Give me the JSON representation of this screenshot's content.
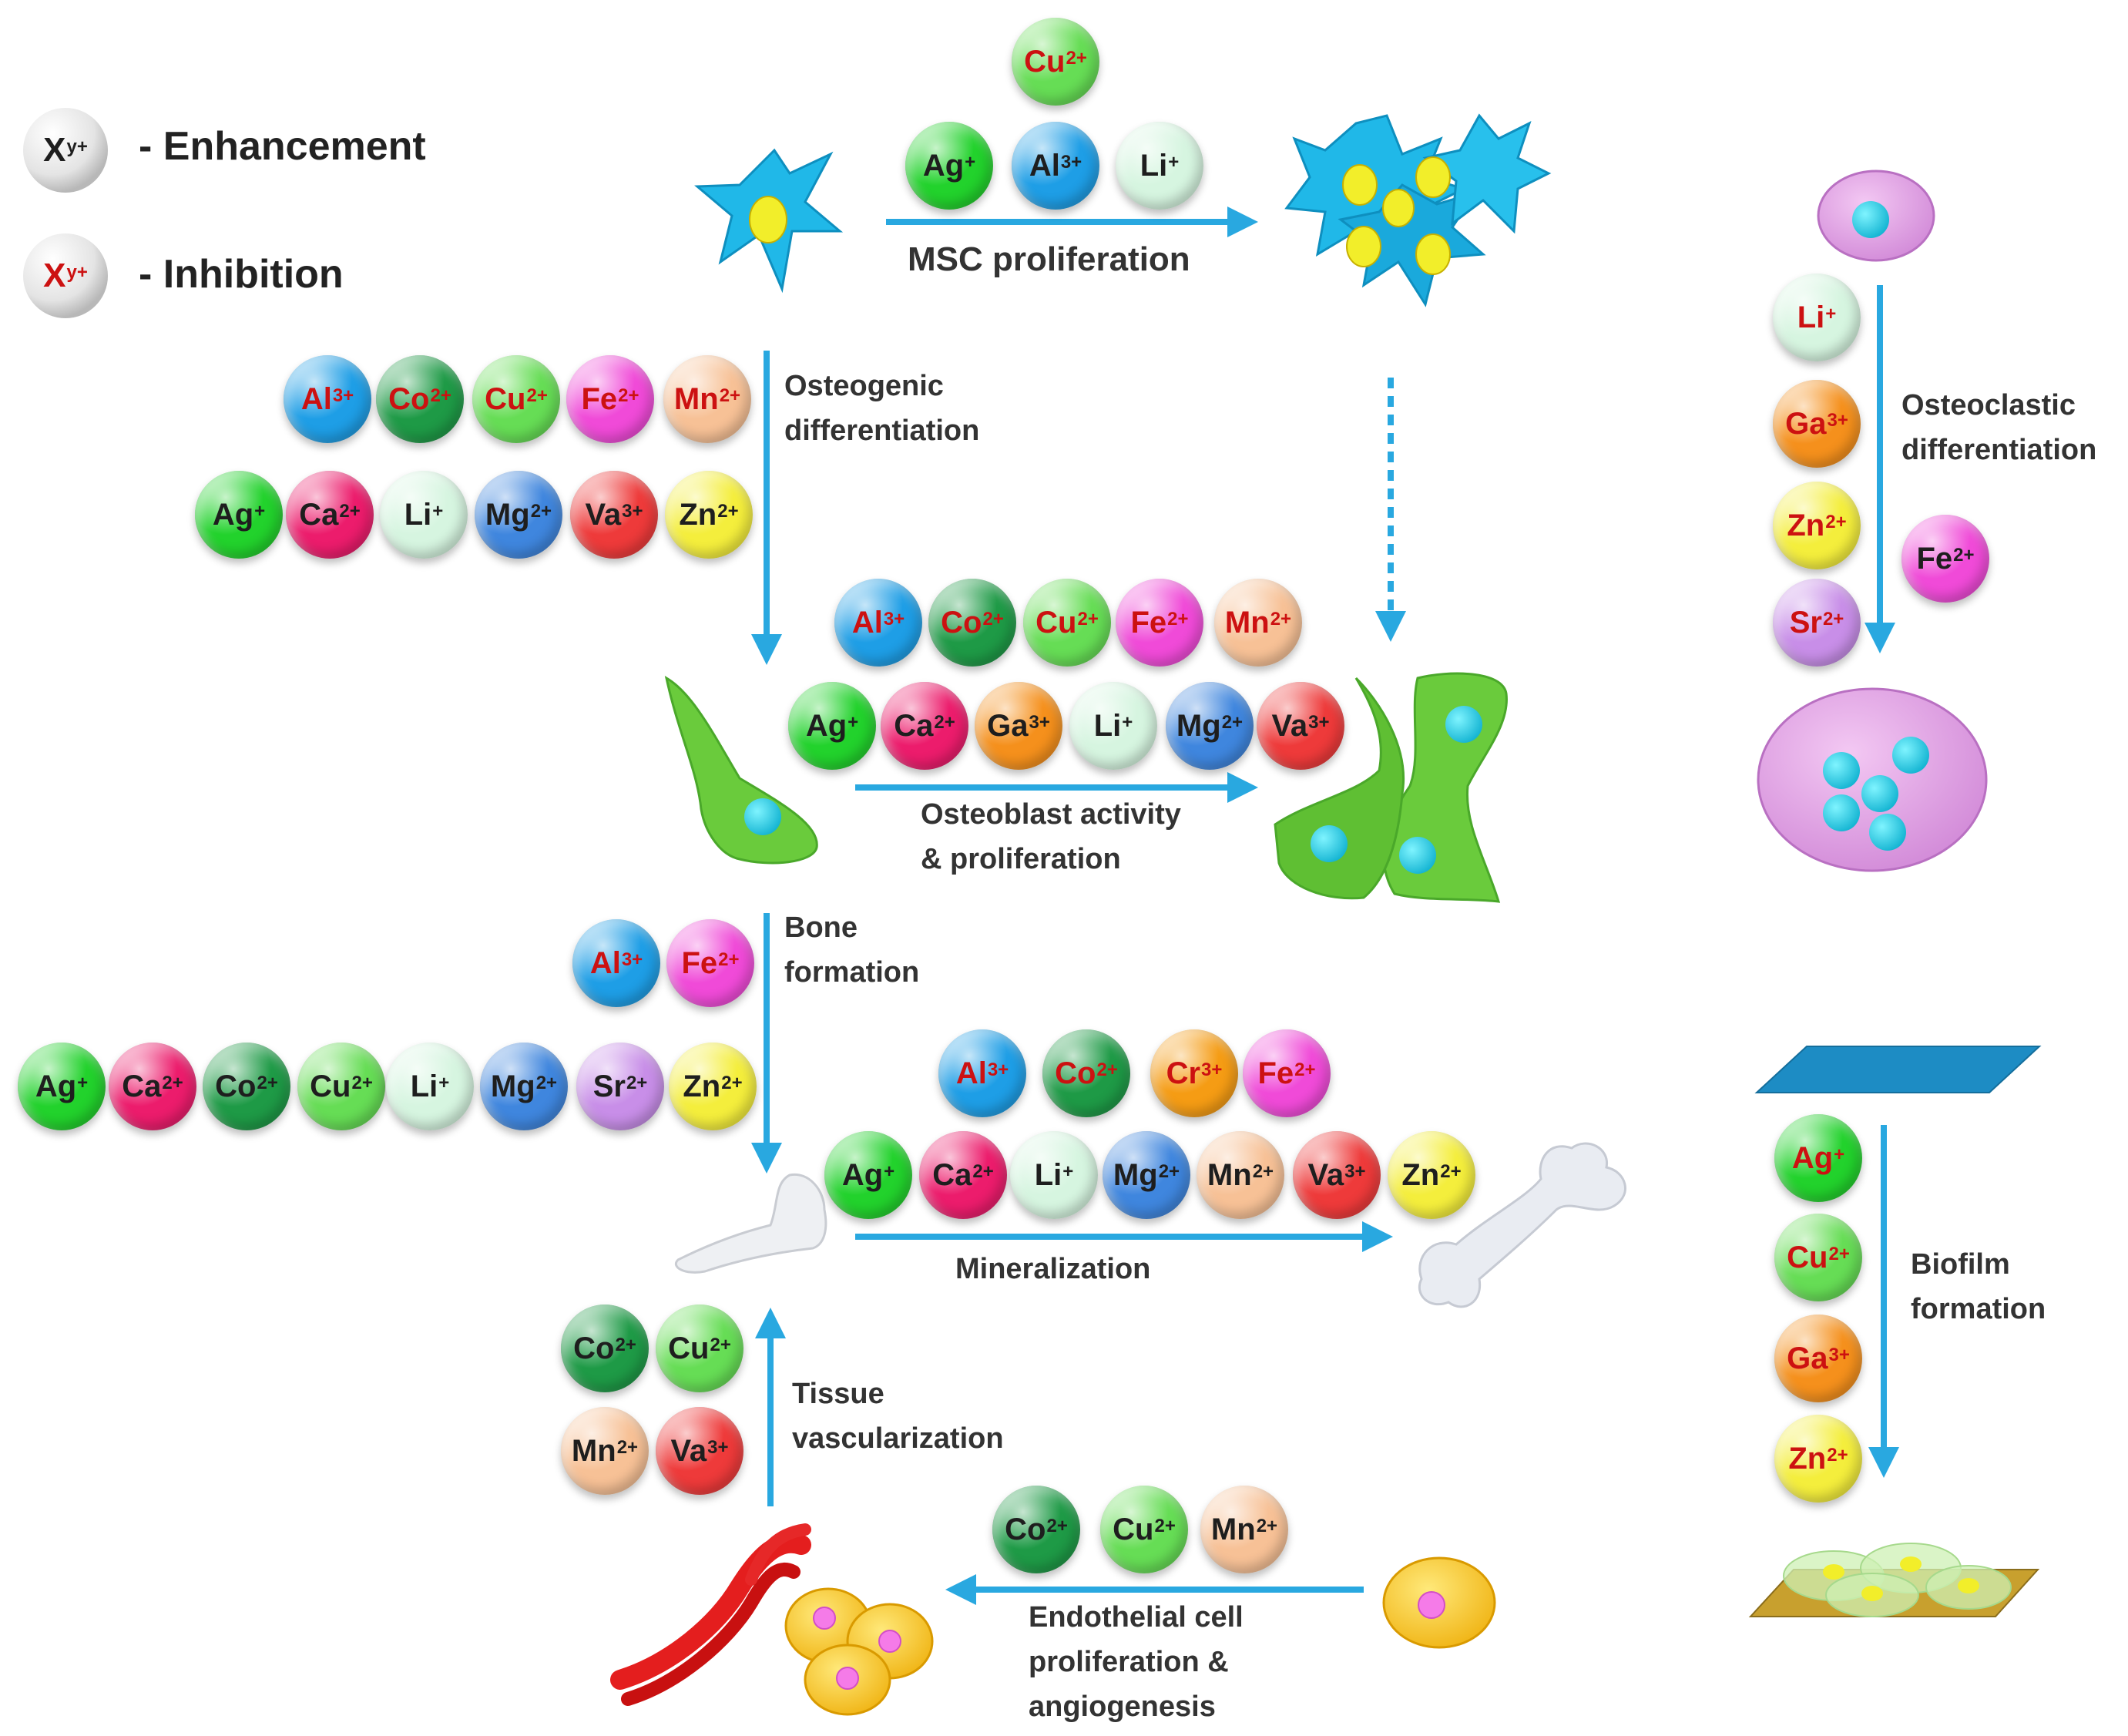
{
  "legend": {
    "enhancement_symbol": "X",
    "enhancement_sup": "y+",
    "enhancement_text": "- Enhancement",
    "inhibition_symbol": "X",
    "inhibition_sup": "y+",
    "inhibition_text": "- Inhibition"
  },
  "colors": {
    "arrow": "#29a8e0",
    "enhancement_text": "#1e1e1e",
    "inhibition_text": "#cc1111",
    "Al": "#1e9ee6",
    "Co": "#1e9a46",
    "Cu": "#66dd55",
    "Fe": "#f04ad8",
    "Mn": "#f7c196",
    "Ag": "#22d22c",
    "Ca": "#ec1c6c",
    "Li": "#d6f5e0",
    "Mg": "#3f86de",
    "Va": "#ee3a3a",
    "Zn": "#f4ee3c",
    "Ga": "#f5901c",
    "Sr": "#c88ee8",
    "Cr": "#f59c14"
  },
  "labels": {
    "msc": "MSC proliferation",
    "osteogenic": [
      "Osteogenic",
      "differentiation"
    ],
    "osteoblast": [
      "Osteoblast activity",
      "& proliferation"
    ],
    "bone": [
      "Bone",
      "formation"
    ],
    "mineralization": "Mineralization",
    "tissue": [
      "Tissue",
      "vascularization"
    ],
    "endothelial": [
      "Endothelial cell",
      "proliferation &",
      "angiogenesis"
    ],
    "osteoclastic": [
      "Osteoclastic",
      "differentiation"
    ],
    "biofilm": [
      "Biofilm",
      "formation"
    ]
  },
  "ion_groups": {
    "msc_proliferation": [
      {
        "el": "Cu",
        "charge": "2+",
        "effect": "inhibition"
      },
      {
        "el": "Ag",
        "charge": "+",
        "effect": "enhancement"
      },
      {
        "el": "Al",
        "charge": "3+",
        "effect": "enhancement"
      },
      {
        "el": "Li",
        "charge": "+",
        "effect": "enhancement"
      }
    ],
    "osteogenic_differentiation": [
      {
        "el": "Al",
        "charge": "3+",
        "effect": "inhibition"
      },
      {
        "el": "Co",
        "charge": "2+",
        "effect": "inhibition"
      },
      {
        "el": "Cu",
        "charge": "2+",
        "effect": "inhibition"
      },
      {
        "el": "Fe",
        "charge": "2+",
        "effect": "inhibition"
      },
      {
        "el": "Mn",
        "charge": "2+",
        "effect": "inhibition"
      },
      {
        "el": "Ag",
        "charge": "+",
        "effect": "enhancement"
      },
      {
        "el": "Ca",
        "charge": "2+",
        "effect": "enhancement"
      },
      {
        "el": "Li",
        "charge": "+",
        "effect": "enhancement"
      },
      {
        "el": "Mg",
        "charge": "2+",
        "effect": "enhancement"
      },
      {
        "el": "Va",
        "charge": "3+",
        "effect": "enhancement"
      },
      {
        "el": "Zn",
        "charge": "2+",
        "effect": "enhancement"
      }
    ],
    "osteoblast_activity": [
      {
        "el": "Al",
        "charge": "3+",
        "effect": "inhibition"
      },
      {
        "el": "Co",
        "charge": "2+",
        "effect": "inhibition"
      },
      {
        "el": "Cu",
        "charge": "2+",
        "effect": "inhibition"
      },
      {
        "el": "Fe",
        "charge": "2+",
        "effect": "inhibition"
      },
      {
        "el": "Mn",
        "charge": "2+",
        "effect": "inhibition"
      },
      {
        "el": "Ag",
        "charge": "+",
        "effect": "enhancement"
      },
      {
        "el": "Ca",
        "charge": "2+",
        "effect": "enhancement"
      },
      {
        "el": "Ga",
        "charge": "3+",
        "effect": "enhancement"
      },
      {
        "el": "Li",
        "charge": "+",
        "effect": "enhancement"
      },
      {
        "el": "Mg",
        "charge": "2+",
        "effect": "enhancement"
      },
      {
        "el": "Va",
        "charge": "3+",
        "effect": "enhancement"
      }
    ],
    "bone_formation": [
      {
        "el": "Al",
        "charge": "3+",
        "effect": "inhibition"
      },
      {
        "el": "Fe",
        "charge": "2+",
        "effect": "inhibition"
      },
      {
        "el": "Ag",
        "charge": "+",
        "effect": "enhancement"
      },
      {
        "el": "Ca",
        "charge": "2+",
        "effect": "enhancement"
      },
      {
        "el": "Co",
        "charge": "2+",
        "effect": "enhancement"
      },
      {
        "el": "Cu",
        "charge": "2+",
        "effect": "enhancement"
      },
      {
        "el": "Li",
        "charge": "+",
        "effect": "enhancement"
      },
      {
        "el": "Mg",
        "charge": "2+",
        "effect": "enhancement"
      },
      {
        "el": "Sr",
        "charge": "2+",
        "effect": "enhancement"
      },
      {
        "el": "Zn",
        "charge": "2+",
        "effect": "enhancement"
      }
    ],
    "mineralization": [
      {
        "el": "Al",
        "charge": "3+",
        "effect": "inhibition"
      },
      {
        "el": "Co",
        "charge": "2+",
        "effect": "inhibition"
      },
      {
        "el": "Cr",
        "charge": "3+",
        "effect": "inhibition"
      },
      {
        "el": "Fe",
        "charge": "2+",
        "effect": "inhibition"
      },
      {
        "el": "Ag",
        "charge": "+",
        "effect": "enhancement"
      },
      {
        "el": "Ca",
        "charge": "2+",
        "effect": "enhancement"
      },
      {
        "el": "Li",
        "charge": "+",
        "effect": "enhancement"
      },
      {
        "el": "Mg",
        "charge": "2+",
        "effect": "enhancement"
      },
      {
        "el": "Mn",
        "charge": "2+",
        "effect": "enhancement"
      },
      {
        "el": "Va",
        "charge": "3+",
        "effect": "enhancement"
      },
      {
        "el": "Zn",
        "charge": "2+",
        "effect": "enhancement"
      }
    ],
    "tissue_vascularization": [
      {
        "el": "Co",
        "charge": "2+",
        "effect": "enhancement"
      },
      {
        "el": "Cu",
        "charge": "2+",
        "effect": "enhancement"
      },
      {
        "el": "Mn",
        "charge": "2+",
        "effect": "enhancement"
      },
      {
        "el": "Va",
        "charge": "3+",
        "effect": "enhancement"
      }
    ],
    "endothelial": [
      {
        "el": "Co",
        "charge": "2+",
        "effect": "enhancement"
      },
      {
        "el": "Cu",
        "charge": "2+",
        "effect": "enhancement"
      },
      {
        "el": "Mn",
        "charge": "2+",
        "effect": "enhancement"
      }
    ],
    "osteoclastic_differentiation": [
      {
        "el": "Li",
        "charge": "+",
        "effect": "inhibition"
      },
      {
        "el": "Ga",
        "charge": "3+",
        "effect": "inhibition"
      },
      {
        "el": "Zn",
        "charge": "2+",
        "effect": "inhibition"
      },
      {
        "el": "Sr",
        "charge": "2+",
        "effect": "inhibition"
      },
      {
        "el": "Fe",
        "charge": "2+",
        "effect": "enhancement"
      }
    ],
    "biofilm_formation": [
      {
        "el": "Ag",
        "charge": "+",
        "effect": "inhibition"
      },
      {
        "el": "Cu",
        "charge": "2+",
        "effect": "inhibition"
      },
      {
        "el": "Ga",
        "charge": "3+",
        "effect": "inhibition"
      },
      {
        "el": "Zn",
        "charge": "2+",
        "effect": "inhibition"
      }
    ]
  }
}
